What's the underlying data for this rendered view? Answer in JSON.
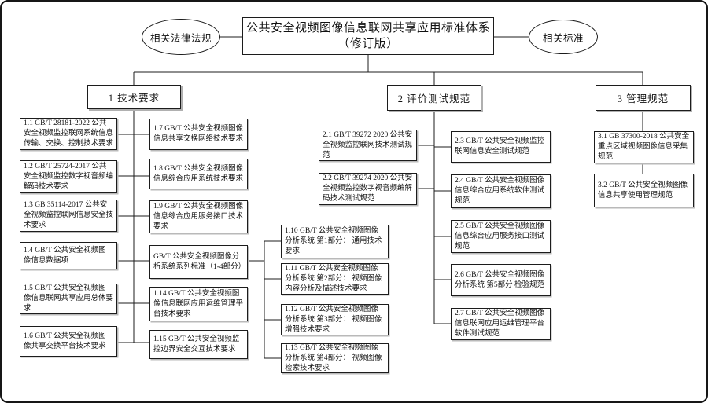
{
  "diagram": {
    "title_line1": "公共安全视频图像信息联网共享应用标准体系",
    "title_line2": "（修订版）",
    "left_ellipse": "相关法律法规",
    "right_ellipse": "相关标准",
    "branch1": "1 技术要求",
    "branch2": "2 评价测试规范",
    "branch3": "3 管理规范"
  },
  "nodes": {
    "n1_1": "1.1 GB/T 28181-2022 公共安全视频监控联网系统信息传输、交换、控制技术要求",
    "n1_2": "1.2 GB/T 25724-2017 公共安全视频监控数字视音频编解码技术要求",
    "n1_3": "1.3 GB 35114-2017 公共安全视频监控联网信息安全技术要求",
    "n1_4": "1.4 GB/T 公共安全视频图像信息数据项",
    "n1_5": "1.5 GB/T 公共安全视频图像信息联网共享应用总体要求",
    "n1_6": "1.6 GB/T 公共安全视频图像共享交换平台技术要求",
    "n1_7": "1.7 GB/T 公共安全视频图像信息共享交换网络技术要求",
    "n1_8": "1.8 GB/T 公共安全视频图像信息综合应用系统技术要求",
    "n1_9": "1.9 GB/T 公共安全视频图像信息综合应用服务接口技术要求",
    "n_series": "GB/T 公共安全视频图像分析系统系列标准（1-4部分）",
    "n1_14": "1.14 GB/T 公共安全视频图像信息联网应用运维管理平台技术要求",
    "n1_15": "1.15 GB/T 公共安全视频监控边界安全交互技术要求",
    "n1_10": "1.10 GB/T 公共安全视频图像分析系统 第1部分： 通用技术要求",
    "n1_11": "1.11 GB/T 公共安全视频图像分析系统 第2部分： 视频图像内容分析及描述技术要求",
    "n1_12": "1.12 GB/T 公共安全视频图像分析系统 第3部分： 视频图像增强技术要求",
    "n1_13": "1.13 GB/T 公共安全视频图像分析系统 第4部分： 视频图像检索技术要求",
    "n2_1": "2.1 GB/T 39272 2020 公共安全视频监控联网技术测试规范",
    "n2_2": "2.2 GB/T 39274 2020 公共安全视频监控数字视音频编解码技术测试规范",
    "n2_3": "2.3 GB/T 公共安全视频监控联网信息安全测试规范",
    "n2_4": "2.4 GB/T 公共安全视频图像信息综合应用系统软件测试规范",
    "n2_5": "2.5 GB/T 公共安全视频图像信息综合应用服务接口测试规范",
    "n2_6": "2.6 GB/T 公共安全视频图像分析系统 第5部分 检验规范",
    "n2_7": "2.7 GB/T 公共安全视频图像信息联网应用运维管理平台软件测试规范",
    "n3_1": "3.1 GB 37300-2018 公共安全重点区域视频图像信息采集规范",
    "n3_2": "3.2 GB/T 公共安全视频图像信息共享使用管理规范"
  },
  "colors": {
    "line": "#1c1c1c",
    "box_border": "#1c1c1c",
    "background": "#ffffff"
  }
}
